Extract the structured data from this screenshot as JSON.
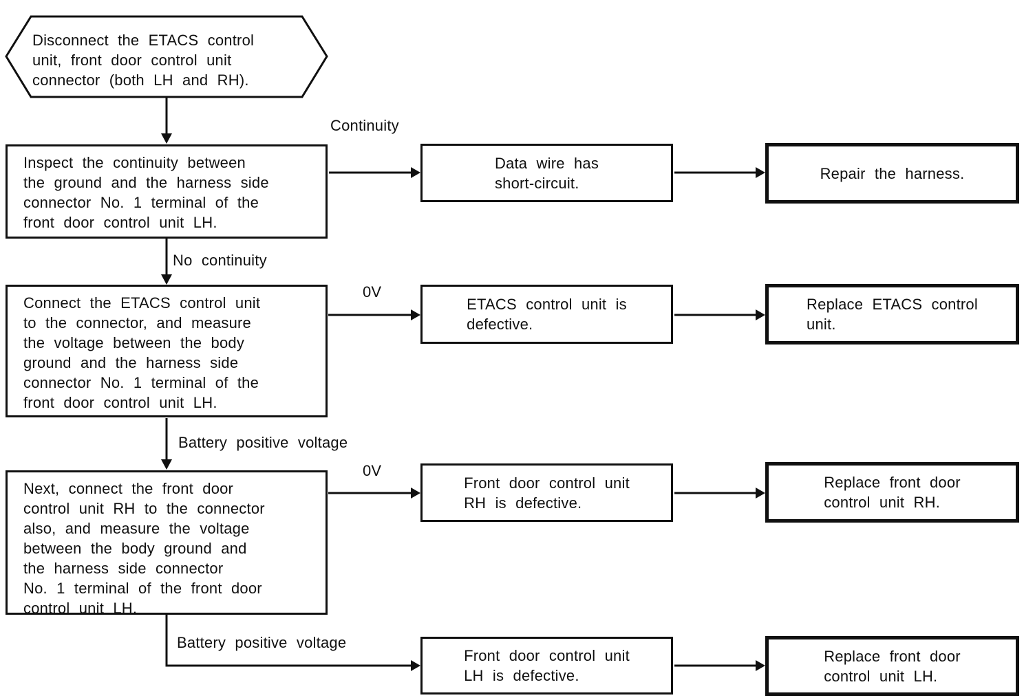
{
  "flowchart": {
    "colors": {
      "ink": "#101010",
      "background": "#ffffff"
    },
    "start": {
      "text": "Disconnect the ETACS control\nunit, front door control unit\nconnector (both LH and RH)."
    },
    "steps": [
      {
        "text": "Inspect the continuity between\nthe ground and the harness side\nconnector No. 1 terminal of the\nfront door control unit LH."
      },
      {
        "text": "Connect the ETACS control unit\nto the connector, and measure\nthe voltage between the body\nground and the harness side\nconnector No. 1 terminal of the\nfront door control unit LH."
      },
      {
        "text": "Next, connect the front door\ncontrol unit RH to the connector\nalso, and measure the voltage\nbetween the body ground and\nthe harness side connector\nNo. 1 terminal of the front door\ncontrol unit LH."
      }
    ],
    "results": [
      {
        "text": "Data wire has\nshort-circuit."
      },
      {
        "text": "ETACS control unit is\ndefective."
      },
      {
        "text": "Front door control unit\nRH is defective."
      },
      {
        "text": "Front door control unit\nLH is defective."
      }
    ],
    "actions": [
      {
        "text": "Repair the harness."
      },
      {
        "text": "Replace ETACS control\nunit."
      },
      {
        "text": "Replace front door\ncontrol unit RH."
      },
      {
        "text": "Replace front door\ncontrol unit LH."
      }
    ],
    "edge_labels": {
      "continuity": "Continuity",
      "no_continuity": "No continuity",
      "zero_v_top": "0V",
      "zero_v_bottom": "0V",
      "battery_top": "Battery positive voltage",
      "battery_bottom": "Battery positive voltage"
    }
  }
}
